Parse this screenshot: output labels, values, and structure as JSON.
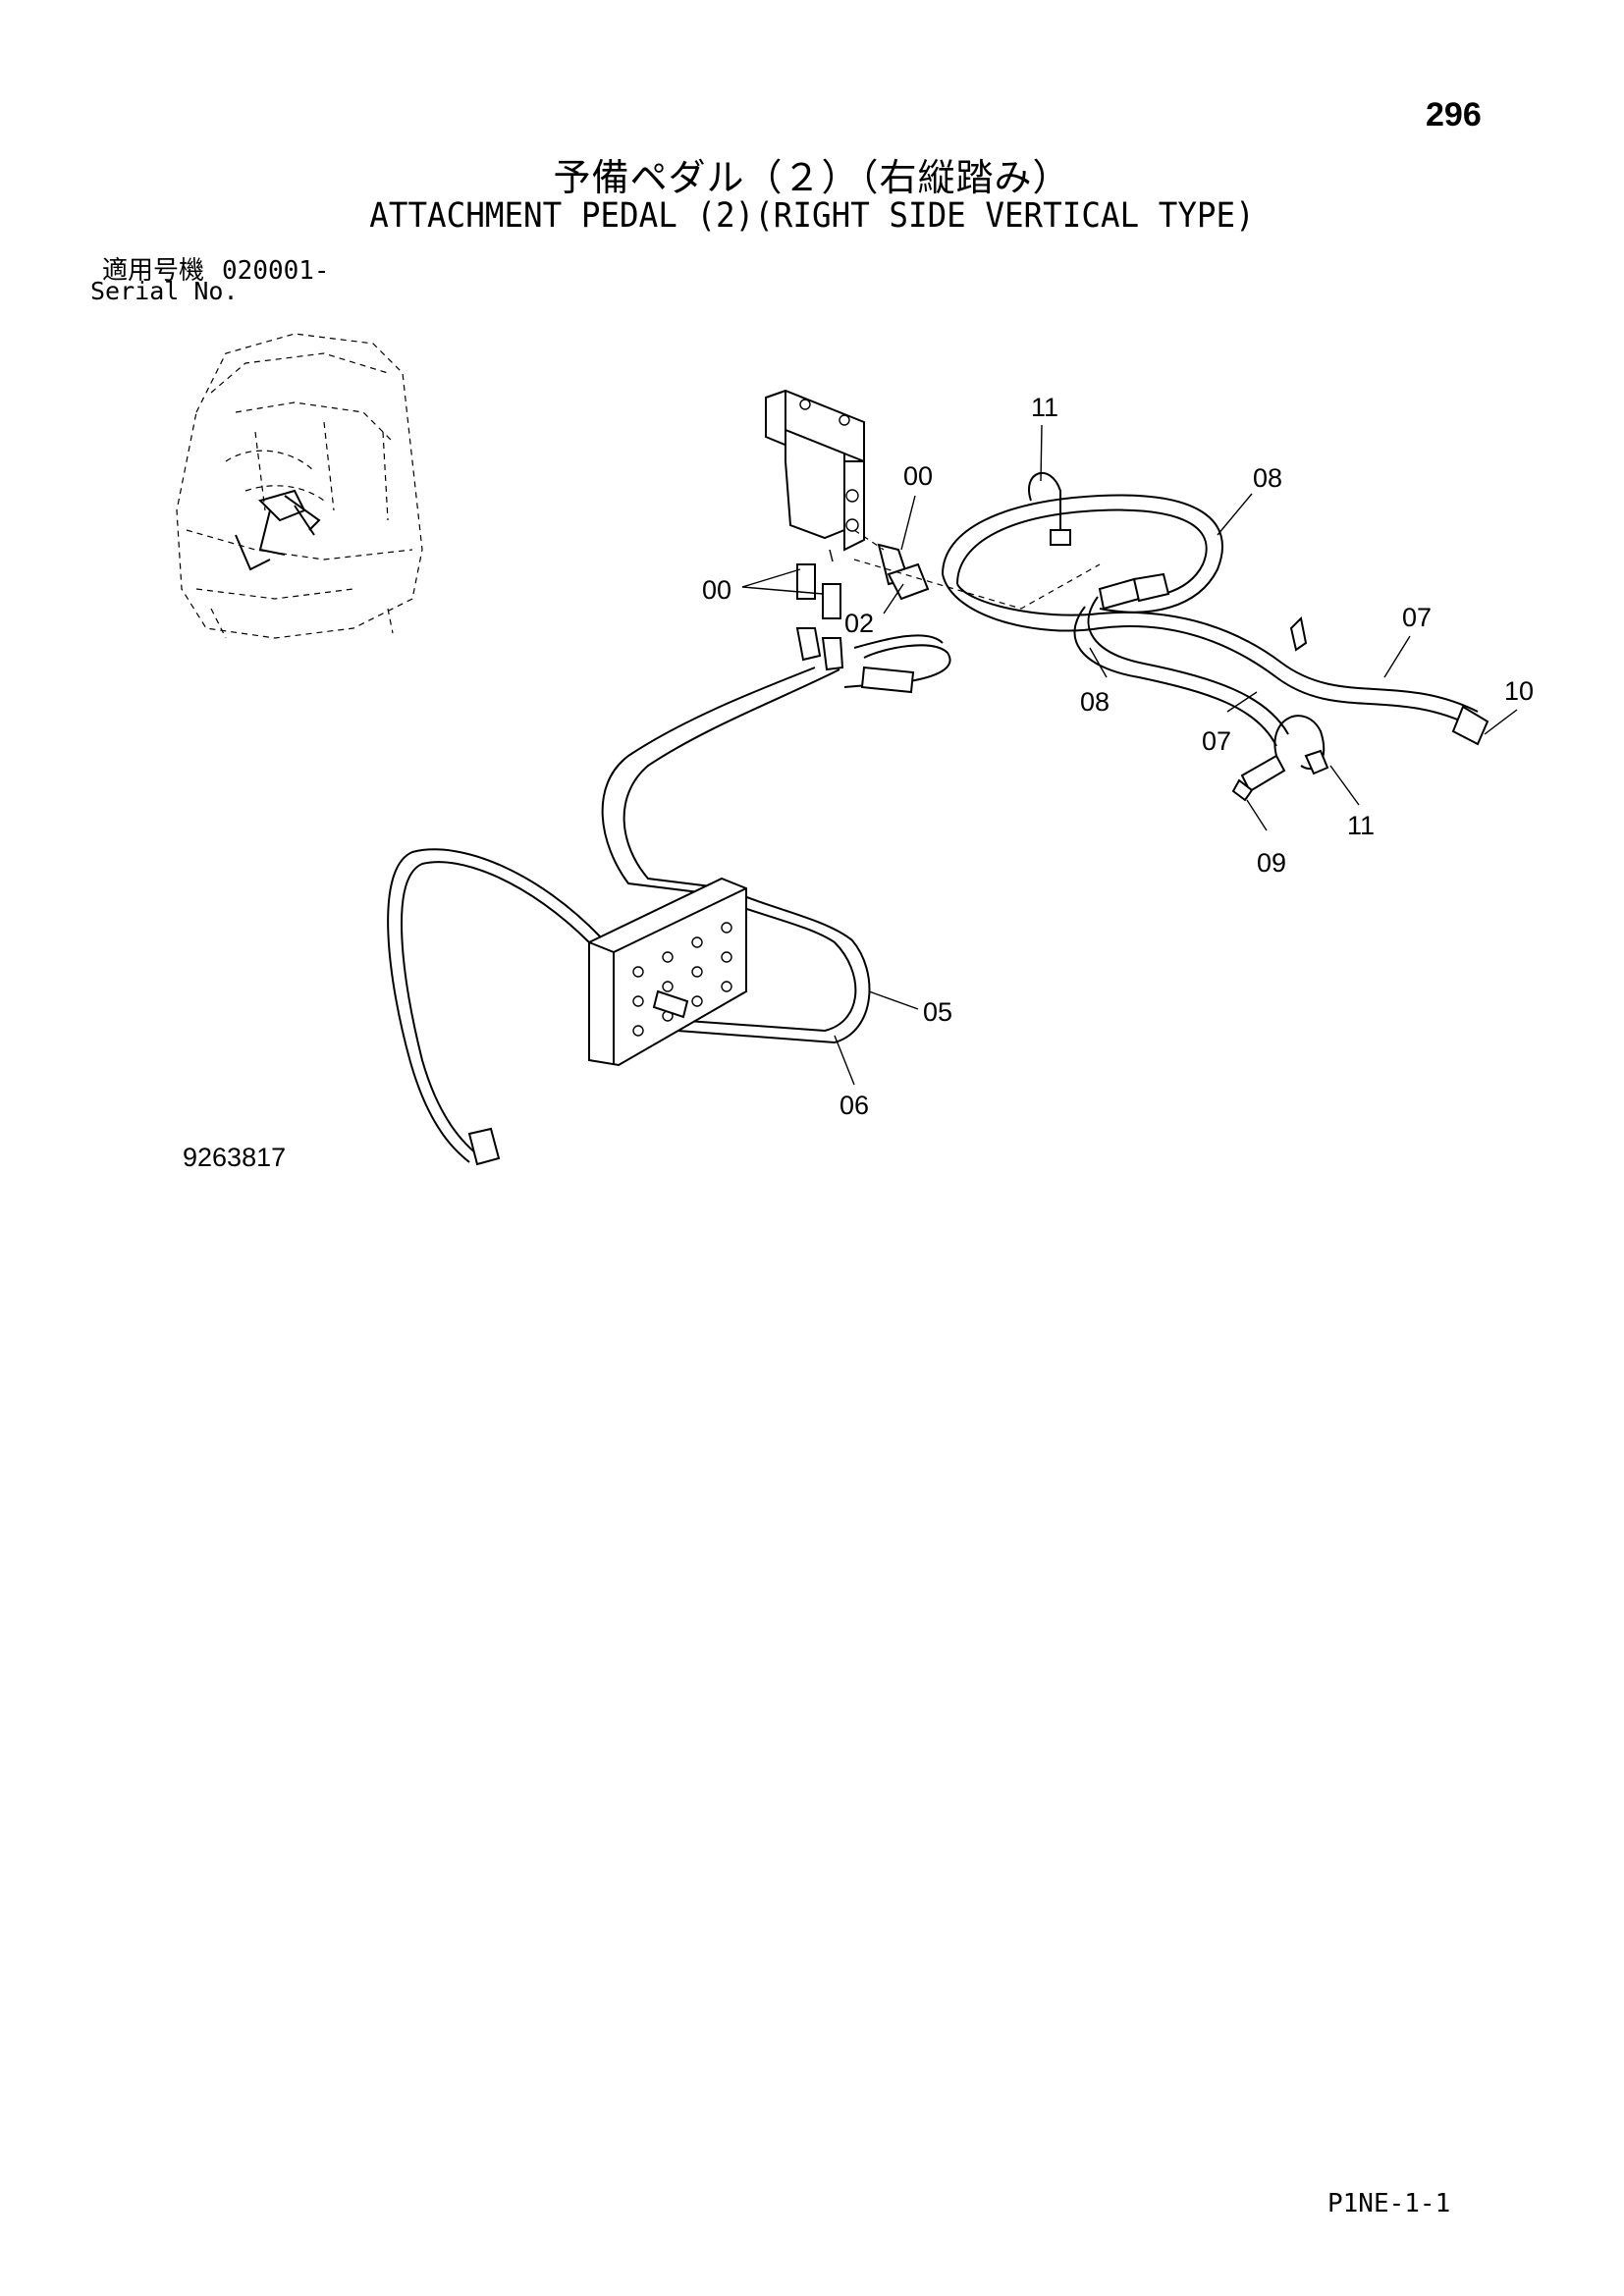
{
  "page_number": "296",
  "title_jp": "予備ペダル（２）（右縦踏み）",
  "title_en": "ATTACHMENT PEDAL (2)(RIGHT SIDE VERTICAL TYPE)",
  "serial": {
    "label_jp": "適用号機",
    "value": "020001-",
    "label_en": "Serial No."
  },
  "drawing_number": "9263817",
  "footer_code": "P1NE-1-1",
  "callouts": {
    "c00_top": "00",
    "c00_left": "00",
    "c02": "02",
    "c05": "05",
    "c06": "06",
    "c07_right": "07",
    "c07_lower": "07",
    "c08_top": "08",
    "c08_lower": "08",
    "c09": "09",
    "c10": "10",
    "c11_top": "11",
    "c11_lower": "11"
  }
}
